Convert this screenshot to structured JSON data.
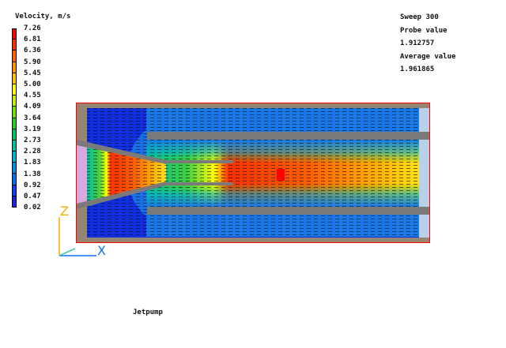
{
  "legend": {
    "title": "Velocity, m/s",
    "values": [
      "7.26",
      "6.81",
      "6.36",
      "5.90",
      "5.45",
      "5.00",
      "4.55",
      "4.09",
      "3.64",
      "3.19",
      "2.73",
      "2.28",
      "1.83",
      "1.38",
      "0.92",
      "0.47",
      "0.02"
    ],
    "colors": [
      "#ff0000",
      "#ff3000",
      "#ff6000",
      "#ff9000",
      "#ffc000",
      "#ffff00",
      "#c0f000",
      "#70e000",
      "#20d020",
      "#00c060",
      "#00c0a0",
      "#00b0d0",
      "#0090e0",
      "#0070e8",
      "#1040f0",
      "#2020e0"
    ]
  },
  "info": {
    "sweep": "Sweep 300",
    "probe_label": "Probe value",
    "probe_value": "1.912757",
    "average_label": "Average value",
    "average_value": "1.961865"
  },
  "axes": {
    "z": "Z",
    "x": "X"
  },
  "caption": "Jetpump",
  "colors": {
    "border": "#ff0000",
    "wall": "#958673",
    "pipe": "#7a7a7a",
    "inlet": "#d8a8e0",
    "outlet": "#b8d0e8"
  }
}
